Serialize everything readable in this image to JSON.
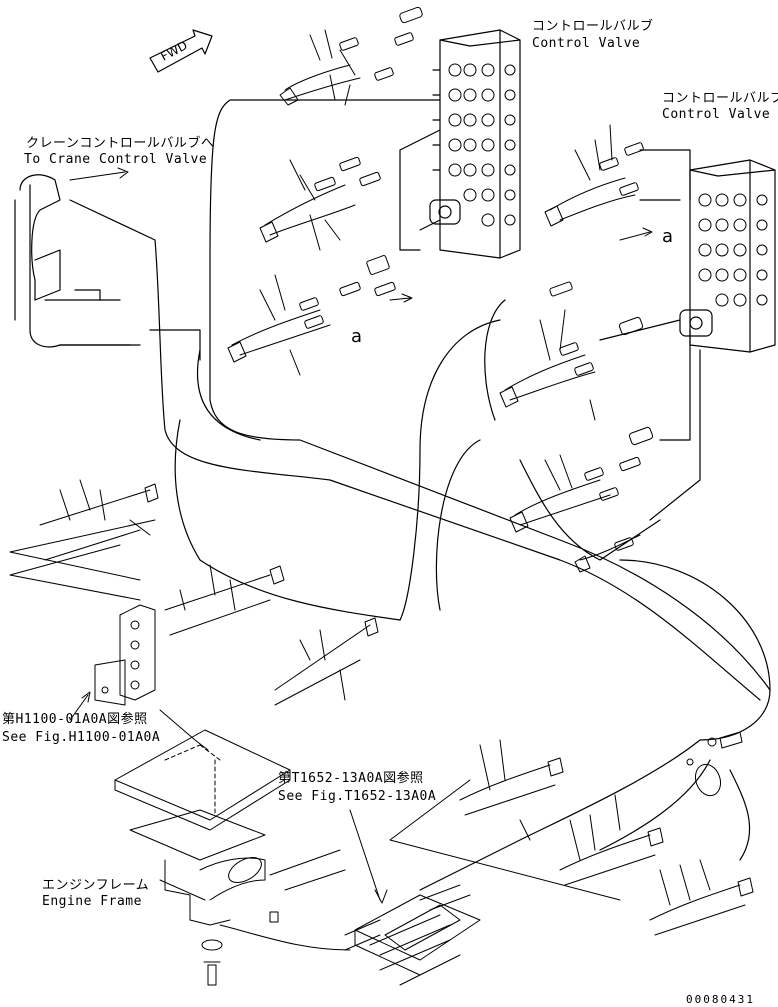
{
  "labels": {
    "fwd": "FWD",
    "control_valve_1_jp": "コントロールバルブ",
    "control_valve_1_en": "Control Valve",
    "control_valve_2_jp": "コントロールバルブ",
    "control_valve_2_en": "Control Valve",
    "crane_valve_jp": "クレーンコントロールバルブへ",
    "crane_valve_en": "To Crane Control Valve",
    "ref_h1100_jp": "第H1100-01A0A図参照",
    "ref_h1100_en": "See Fig.H1100-01A0A",
    "ref_t1652_jp": "第T1652-13A0A図参照",
    "ref_t1652_en": "See Fig.T1652-13A0A",
    "engine_frame_jp": "エンジンフレーム",
    "engine_frame_en": "Engine Frame",
    "marker_a_1": "a",
    "marker_a_2": "a",
    "part_code": "00080431"
  },
  "colors": {
    "line": "#000000",
    "background": "#ffffff"
  }
}
